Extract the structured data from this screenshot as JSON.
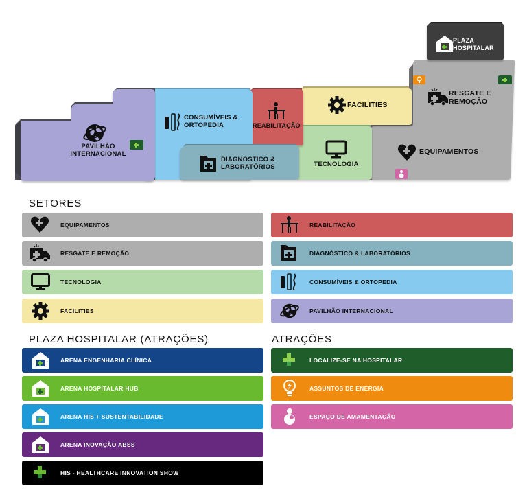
{
  "colors": {
    "equipamentos": "#aeaeae",
    "resgate": "#aeaeae",
    "tecnologia": "#b5dbaa",
    "facilities": "#f5e7a4",
    "reabilitacao": "#cd5b5b",
    "diagnostico": "#86b2c0",
    "consumiveis": "#86cbef",
    "pavilhao": "#a8a4d6",
    "plaza": "#3d3d3d",
    "arena_engenharia": "#144589",
    "arena_hub": "#6aba2f",
    "arena_his": "#1f9ad8",
    "arena_inovacao": "#67297f",
    "his_show": "#000000",
    "localize": "#1f5e2a",
    "energia": "#ef8c0f",
    "amamentacao": "#d466a8"
  },
  "map": {
    "pavilhao_label": "PAVILHÃO INTERNACIONAL",
    "consumiveis_label": "CONSUMÍVEIS & ORTOPEDIA",
    "diagnostico_label": "DIAGNÓSTICO & LABORATÓRIOS",
    "reabilitacao_label": "REABILITAÇÃO",
    "facilities_label": "FACILITIES",
    "tecnologia_label": "TECNOLOGIA",
    "resgate_label": "RESGATE E REMOÇÃO",
    "equipamentos_label": "EQUIPAMENTOS",
    "plaza_label": "PLAZA HOSPITALAR"
  },
  "legend": {
    "setores_title": "SETORES",
    "plaza_title": "PLAZA HOSPITALAR (ATRAÇÕES)",
    "atracoes_title": "ATRAÇÕES",
    "setores": [
      {
        "label": "EQUIPAMENTOS",
        "icon": "heart-plus-icon"
      },
      {
        "label": "RESGATE E REMOÇÃO",
        "icon": "ambulance-icon"
      },
      {
        "label": "TECNOLOGIA",
        "icon": "monitor-icon"
      },
      {
        "label": "FACILITIES",
        "icon": "gear-icon"
      },
      {
        "label": "REABILITAÇÃO",
        "icon": "rehab-bars-icon"
      },
      {
        "label": "DIAGNÓSTICO & LABORATÓRIOS",
        "icon": "folder-plus-icon"
      },
      {
        "label": "CONSUMÍVEIS & ORTOPEDIA",
        "icon": "syringe-bone-icon"
      },
      {
        "label": "PAVILHÃO INTERNACIONAL",
        "icon": "globe-icon"
      }
    ],
    "plaza": [
      {
        "label": "ARENA ENGENHARIA CLÍNICA",
        "icon": "house-icon"
      },
      {
        "label": "ARENA HOSPITALAR HUB",
        "icon": "house-icon"
      },
      {
        "label": "ARENA HIS + SUSTENTABILIDADE",
        "icon": "house-icon"
      },
      {
        "label": "ARENA INOVAÇÃO ABSS",
        "icon": "house-icon"
      },
      {
        "label": "HIS - HEALTHCARE INNOVATION SHOW",
        "icon": "cross-icon"
      }
    ],
    "atracoes": [
      {
        "label": "LOCALIZE-SE NA HOSPITALAR",
        "icon": "cross-icon"
      },
      {
        "label": "ASSUNTOS DE ENERGIA",
        "icon": "lightbulb-icon"
      },
      {
        "label": "ESPAÇO DE AMAMENTAÇÃO",
        "icon": "breastfeeding-icon"
      }
    ]
  }
}
